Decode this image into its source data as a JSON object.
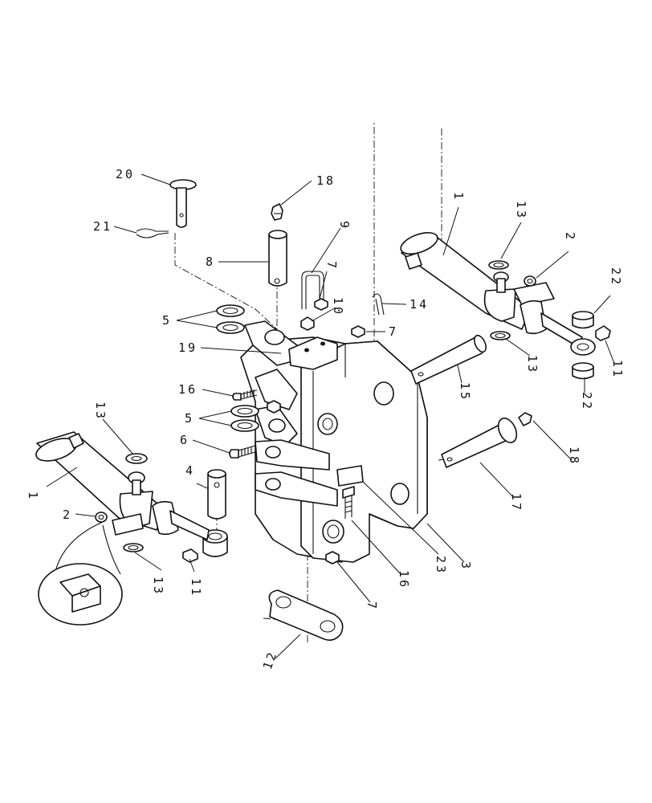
{
  "callouts": {
    "c1a": "1",
    "c1b": "1",
    "c2a": "2",
    "c2b": "2",
    "c3": "3",
    "c4": "4",
    "c5a": "5",
    "c5b": "5",
    "c6": "6",
    "c7a": "7",
    "c7b": "7",
    "c7c": "7",
    "c8": "8",
    "c9": "9",
    "c10": "10",
    "c11a": "11",
    "c11b": "11",
    "c12": "12",
    "c13a": "13",
    "c13b": "13",
    "c13c": "13",
    "c13d": "13",
    "c14": "14",
    "c15": "15",
    "c16a": "16",
    "c16b": "16",
    "c17": "17",
    "c18a": "18",
    "c18b": "18",
    "c19": "19",
    "c20": "20",
    "c21": "21",
    "c22a": "22",
    "c22b": "22",
    "c23": "23"
  }
}
